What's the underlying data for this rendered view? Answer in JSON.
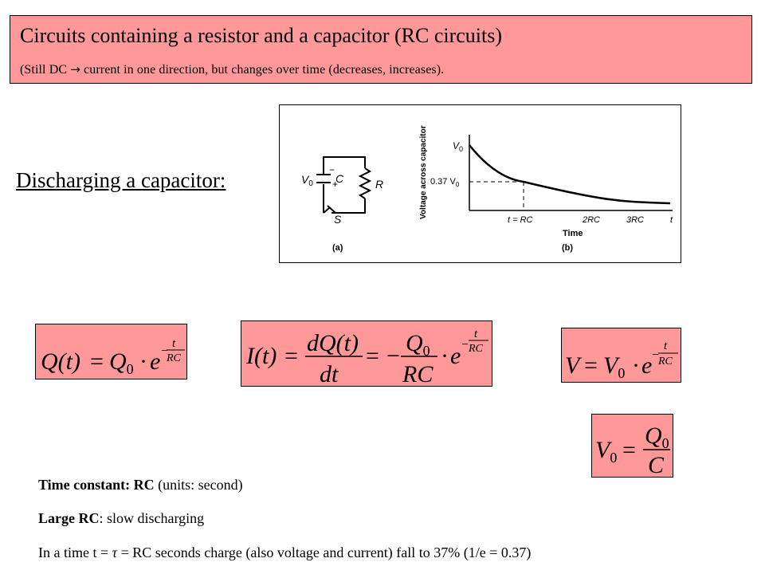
{
  "title": {
    "main": "Circuits containing a resistor and a capacitor (RC circuits)",
    "sub_prefix": "(Still DC",
    "sub_arrow": "→",
    "sub_suffix": "current in one direction, but changes over time (decreases, increases)."
  },
  "heading": "Discharging a capacitor:",
  "figure": {
    "circuit": {
      "v0_label": "V",
      "v0_sub": "0",
      "minus": "−",
      "plus": "+",
      "c_label": "C",
      "r_label": "R",
      "s_label": "S",
      "caption": "(a)"
    },
    "graph": {
      "ylabel": "Voltage across capacitor",
      "y_top_label": "V",
      "y_top_sub": "0",
      "y_mid_prefix": "0.37 V",
      "y_mid_sub": "0",
      "ticks": [
        "t = RC",
        "2RC",
        "3RC",
        "t"
      ],
      "xlabel": "Time",
      "caption": "(b)"
    }
  },
  "equations": {
    "charge": {
      "lhs": "Q(t)",
      "q0": "Q",
      "q0_sub": "0",
      "dot": "·",
      "e": "e",
      "neg": "−",
      "num": "t",
      "den": "RC"
    },
    "current": {
      "lhs": "I(t)",
      "dq": "dQ(t)",
      "dt": "dt",
      "q0": "Q",
      "q0_sub": "0",
      "rc": "RC",
      "dot": "·",
      "e": "e",
      "neg": "−",
      "num": "t",
      "den": "RC"
    },
    "voltage": {
      "lhs": "V",
      "v0": "V",
      "v0_sub": "0",
      "dot": "·",
      "e": "e",
      "neg": "−",
      "num": "t",
      "den": "RC"
    },
    "v0": {
      "lhs": "V",
      "lhs_sub": "0",
      "q0": "Q",
      "q0_sub": "0",
      "c": "C"
    }
  },
  "notes": {
    "line1_bold": "Time constant: RC",
    "line1_rest": " (units: second)",
    "line2_bold": "Large RC",
    "line2_rest": ": slow discharging",
    "line3_a": "In a time t = ",
    "line3_tau": "τ",
    "line3_b": " = RC seconds charge (also voltage and current) fall to 37% (1/e = 0.37)"
  }
}
